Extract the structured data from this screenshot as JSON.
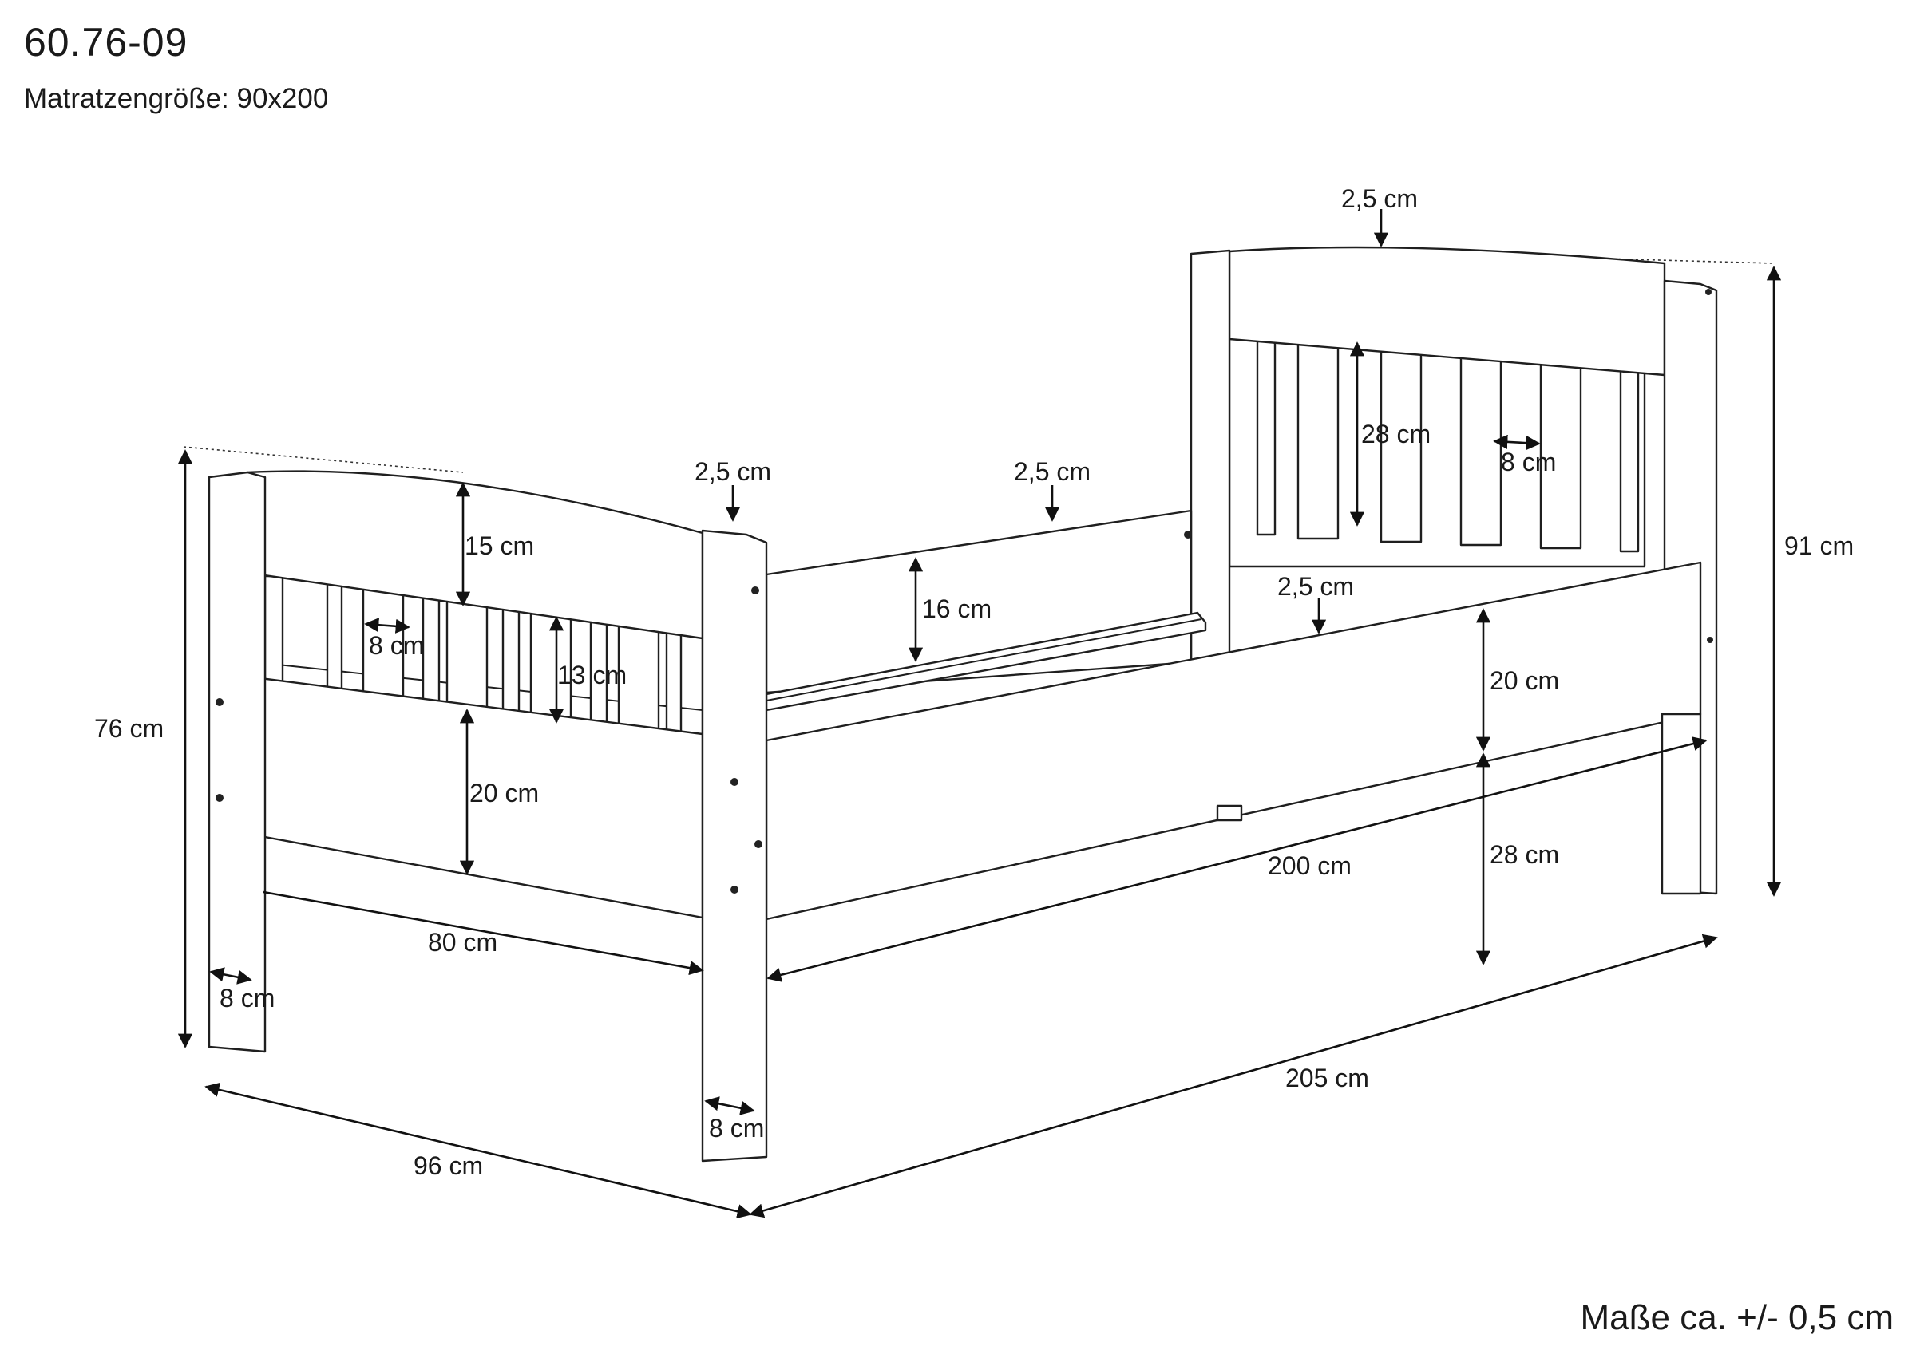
{
  "header": {
    "model": "60.76-09",
    "mattress": "Matratzengröße: 90x200"
  },
  "footer": {
    "tolerance": "Maße ca. +/- 0,5 cm"
  },
  "dimensions": {
    "head_thickness": "2,5 cm",
    "side_thickness_left": "2,5 cm",
    "side_thickness_mid": "2,5 cm",
    "side_thickness_right": "2,5 cm",
    "head_slat_height": "28 cm",
    "head_slat_width": "8 cm",
    "head_total_height": "91 cm",
    "foot_top_height": "15 cm",
    "foot_slat_width": "8 cm",
    "foot_slat_height": "13 cm",
    "foot_rail_height": "20 cm",
    "foot_total_height": "76 cm",
    "slat_support_height": "16 cm",
    "side_rail_height": "20 cm",
    "clearance": "28 cm",
    "inner_length": "200 cm",
    "inner_width": "80 cm",
    "post_width_left": "8 cm",
    "post_width_front": "8 cm",
    "outer_width": "96 cm",
    "outer_length": "205 cm"
  }
}
